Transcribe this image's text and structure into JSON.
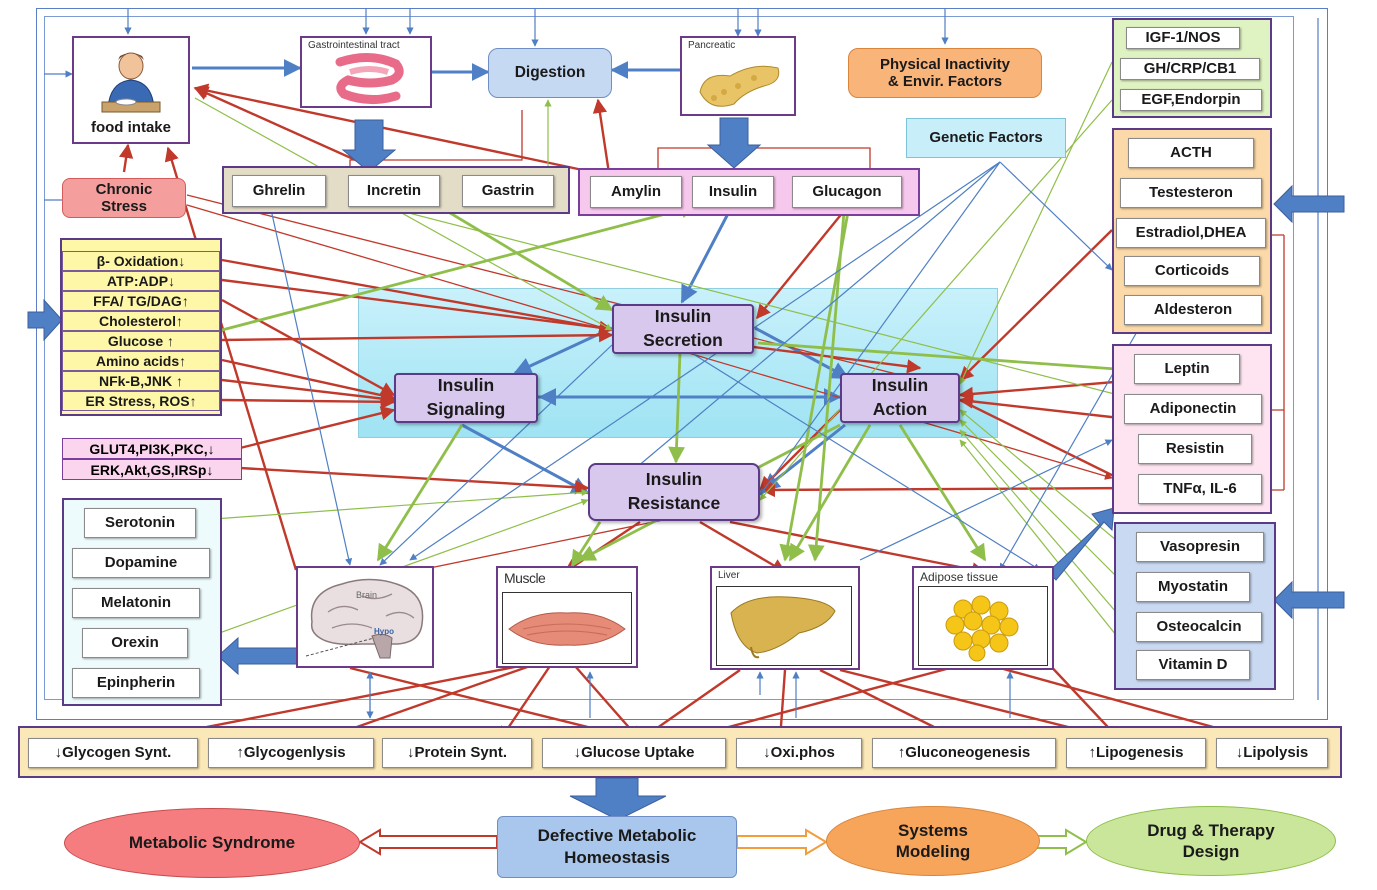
{
  "food_intake": {
    "label": "food intake"
  },
  "gi_tract": {
    "caption": "Gastrointestinal tract"
  },
  "pancreas": {
    "caption": "Pancreatic"
  },
  "digestion": {
    "label": "Digestion"
  },
  "physical_inactivity": {
    "line1": "Physical Inactivity",
    "line2": "& Envir. Factors"
  },
  "genetic_factors": {
    "label": "Genetic  Factors"
  },
  "chronic_stress": {
    "line1": "Chronic",
    "line2": "Stress"
  },
  "gut_hormones": [
    "Ghrelin",
    "Incretin",
    "Gastrin"
  ],
  "pancreatic_hormones": [
    "Amylin",
    "Insulin",
    "Glucagon"
  ],
  "metabolic_markers": [
    "β- Oxidation↓",
    "ATP:ADP↓",
    "FFA/ TG/DAG↑",
    "Cholesterol↑",
    "Glucose ↑",
    "Amino acids↑",
    "NFk-B,JNK ↑",
    "ER Stress, ROS↑"
  ],
  "signaling_markers": [
    "GLUT4,PI3K,PKC,↓",
    "ERK,Akt,GS,IRSp↓"
  ],
  "neuro_hormones": [
    "Serotonin",
    "Dopamine",
    "Melatonin",
    "Orexin",
    "Epinpherin"
  ],
  "growth_factors": [
    "IGF-1/NOS",
    "GH/CRP/CB1",
    "EGF,Endorpin"
  ],
  "steroid_hormones": [
    "ACTH",
    "Testesteron",
    "Estradiol,DHEA",
    "Corticoids",
    "Aldesteron"
  ],
  "adipokines": [
    "Leptin",
    "Adiponectin",
    "Resistin",
    "TNFα, IL-6"
  ],
  "other_factors": [
    "Vasopresin",
    "Myostatin",
    "Osteocalcin",
    "Vitamin D"
  ],
  "core": {
    "secretion": {
      "line1": "Insulin",
      "line2": "Secretion"
    },
    "signaling": {
      "line1": "Insulin",
      "line2": "Signaling"
    },
    "action": {
      "line1": "Insulin",
      "line2": "Action"
    },
    "resistance": {
      "line1": "Insulin",
      "line2": "Resistance"
    }
  },
  "organs": {
    "brain": "Brain",
    "hypothalamus": "Hypo",
    "muscle": "Muscle",
    "liver": "Liver",
    "adipose": "Adipose tissue"
  },
  "outcomes": [
    "↓Glycogen Synt.",
    "↑Glycogenlysis",
    "↓Protein Synt.",
    "↓Glucose Uptake",
    "↓Oxi.phos",
    "↑Gluconeogenesis",
    "↑Lipogenesis",
    "↓Lipolysis"
  ],
  "bottom": {
    "metabolic_syndrome": "Metabolic Syndrome",
    "defective": {
      "line1": "Defective  Metabolic",
      "line2": "Homeostasis"
    },
    "systems": {
      "line1": "Systems",
      "line2": "Modeling"
    },
    "drug": {
      "line1": "Drug & Therapy",
      "line2": "Design"
    }
  },
  "colors": {
    "red_arrow": "#c0392b",
    "blue_arrow": "#4f7fc4",
    "green_arrow": "#8fbf4a",
    "frame_purple": "#5b3a87",
    "bottom_red": "#f2787a",
    "bottom_blue": "#a9c6ec",
    "bottom_orange": "#f7a55b",
    "bottom_green": "#c9e69a"
  }
}
